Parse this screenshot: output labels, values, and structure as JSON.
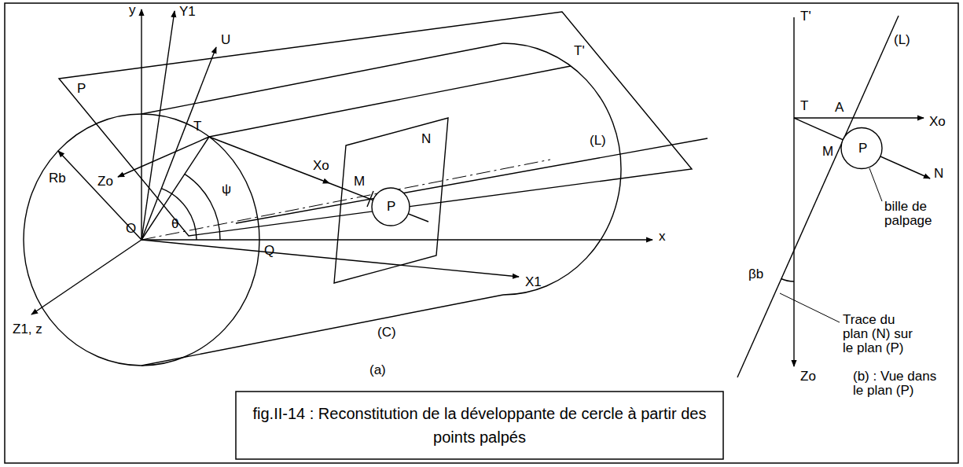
{
  "diagram": {
    "caption": "fig.II-14 : Reconstitution de la développante de cercle à partir des points palpés",
    "labels": [
      "P",
      "y",
      "Y1",
      "U",
      "T'",
      "T",
      "Zo",
      "Xo",
      "N",
      "M",
      "P",
      "(L)",
      "Rb",
      "θ",
      "ψ",
      "O",
      "Q",
      "x",
      "X1",
      "Z1, z",
      "(C)",
      "(a)",
      "T'",
      "T",
      "A",
      "Xo",
      "(L)",
      "M",
      "P",
      "N",
      "bille de palpage",
      "βb",
      "Trace du plan (N) sur le plan (P)",
      "Zo",
      "(b) : Vue dans le plan (P)"
    ]
  }
}
